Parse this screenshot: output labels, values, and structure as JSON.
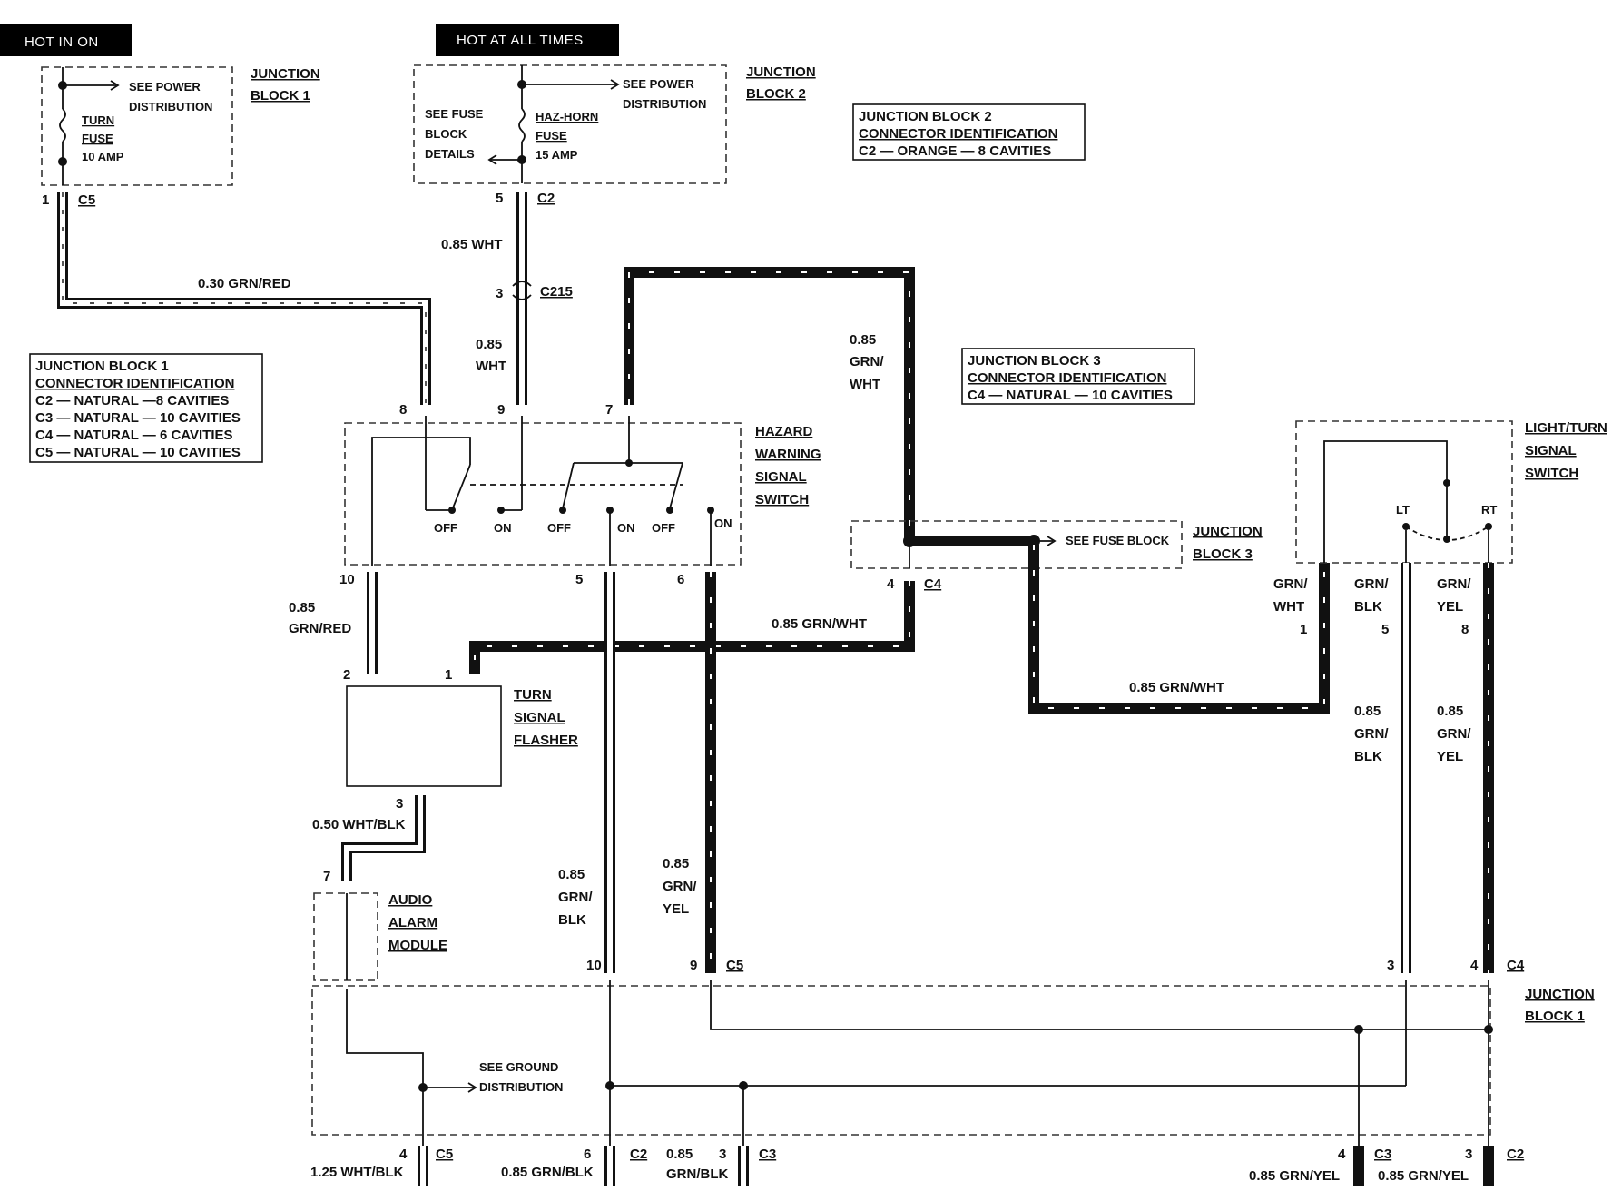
{
  "headers": {
    "hot_in_on": "HOT IN ON",
    "hot_at_all_times": "HOT AT ALL TIMES"
  },
  "junction_block_1_top": {
    "title_line1": "JUNCTION",
    "title_line2": "BLOCK 1",
    "see_power_1": "SEE POWER",
    "see_power_2": "DISTRIBUTION",
    "fuse_1": "TURN",
    "fuse_2": "FUSE",
    "fuse_3": "10 AMP",
    "pin": "1",
    "connector": "C5"
  },
  "junction_block_2": {
    "title_line1": "JUNCTION",
    "title_line2": "BLOCK 2",
    "see_power_1": "SEE POWER",
    "see_power_2": "DISTRIBUTION",
    "see_fuse_1": "SEE FUSE",
    "see_fuse_2": "BLOCK",
    "see_fuse_3": "DETAILS",
    "fuse_1": "HAZ-HORN",
    "fuse_2": "FUSE",
    "fuse_3": "15 AMP",
    "pin": "5",
    "connector": "C2"
  },
  "jb2_id": {
    "line1": "JUNCTION BLOCK 2",
    "line2": "CONNECTOR IDENTIFICATION",
    "line3": "C2 — ORANGE — 8 CAVITIES"
  },
  "jb1_id": {
    "line1": "JUNCTION BLOCK 1",
    "line2": "CONNECTOR IDENTIFICATION",
    "line3": "C2 — NATURAL —8 CAVITIES",
    "line4": "C3 — NATURAL — 10 CAVITIES",
    "line5": "C4 — NATURAL — 6 CAVITIES",
    "line6": "C5 — NATURAL — 10 CAVITIES"
  },
  "jb3_id": {
    "line1": "JUNCTION BLOCK 3",
    "line2": "CONNECTOR IDENTIFICATION",
    "line3": "C4 — NATURAL — 10 CAVITIES"
  },
  "wires": {
    "grn_red_030": "0.30 GRN/RED",
    "wht_085": "0.85 WHT",
    "c215_pin": "3",
    "c215": "C215",
    "wht_a": "0.85",
    "wht_b": "WHT",
    "grn_wht_a": "0.85",
    "grn_wht_b": "GRN/",
    "grn_wht_c": "WHT",
    "grn_red_a": "0.85",
    "grn_red_b": "GRN/RED",
    "grn_wht_085": "0.85 GRN/WHT",
    "grn_wht_085_b": "0.85 GRN/WHT",
    "wht_blk_050": "0.50 WHT/BLK",
    "grn_blk_a": "0.85",
    "grn_blk_b": "GRN/",
    "grn_blk_c": "BLK",
    "grn_yel_a": "0.85",
    "grn_yel_b": "GRN/",
    "grn_yel_c": "YEL",
    "r_grn_wht_a": "GRN/",
    "r_grn_wht_b": "WHT",
    "r_grn_blk_a": "GRN/",
    "r_grn_blk_b": "BLK",
    "r_grn_yel_a": "GRN/",
    "r_grn_yel_b": "YEL",
    "r_grn_blk2_a": "0.85",
    "r_grn_blk2_b": "GRN/",
    "r_grn_blk2_c": "BLK",
    "r_grn_yel2_a": "0.85",
    "r_grn_yel2_b": "GRN/",
    "r_grn_yel2_c": "YEL"
  },
  "hazard_switch": {
    "title_1": "HAZARD",
    "title_2": "WARNING",
    "title_3": "SIGNAL",
    "title_4": "SWITCH",
    "pin_8": "8",
    "pin_9": "9",
    "pin_7": "7",
    "pin_10": "10",
    "pin_5": "5",
    "pin_6": "6",
    "off": "OFF",
    "on": "ON"
  },
  "junction_block_3": {
    "title_1": "JUNCTION",
    "title_2": "BLOCK 3",
    "see_fuse_block": "SEE FUSE BLOCK",
    "pin": "4",
    "connector": "C4"
  },
  "light_turn_switch": {
    "title_1": "LIGHT/TURN",
    "title_2": "SIGNAL",
    "title_3": "SWITCH",
    "lt": "LT",
    "rt": "RT",
    "pin_1": "1",
    "pin_5": "5",
    "pin_8": "8"
  },
  "flasher": {
    "title_1": "TURN",
    "title_2": "SIGNAL",
    "title_3": "FLASHER",
    "pin_2": "2",
    "pin_1": "1",
    "pin_3": "3"
  },
  "audio_alarm": {
    "title_1": "AUDIO",
    "title_2": "ALARM",
    "title_3": "MODULE",
    "pin": "7"
  },
  "junction_block_1_bottom": {
    "title_1": "JUNCTION",
    "title_2": "BLOCK 1",
    "see_ground_1": "SEE GROUND",
    "see_ground_2": "DISTRIBUTION",
    "pin_10": "10",
    "pin_9": "9",
    "c5": "C5",
    "pin_3": "3",
    "pin_4": "4",
    "c4": "C4"
  },
  "bottom_connectors": {
    "p1_pin": "4",
    "p1_conn": "C5",
    "p1_wire": "1.25 WHT/BLK",
    "p2_pin": "6",
    "p2_conn": "C2",
    "p2_wire": "0.85 GRN/BLK",
    "p3_a": "0.85",
    "p3_b": "GRN/BLK",
    "p3_pin": "3",
    "p3_conn": "C3",
    "p4_pin": "4",
    "p4_conn": "C3",
    "p4_wire": "0.85 GRN/YEL",
    "p5_pin": "3",
    "p5_conn": "C2",
    "p5_wire": "0.85 GRN/YEL"
  }
}
